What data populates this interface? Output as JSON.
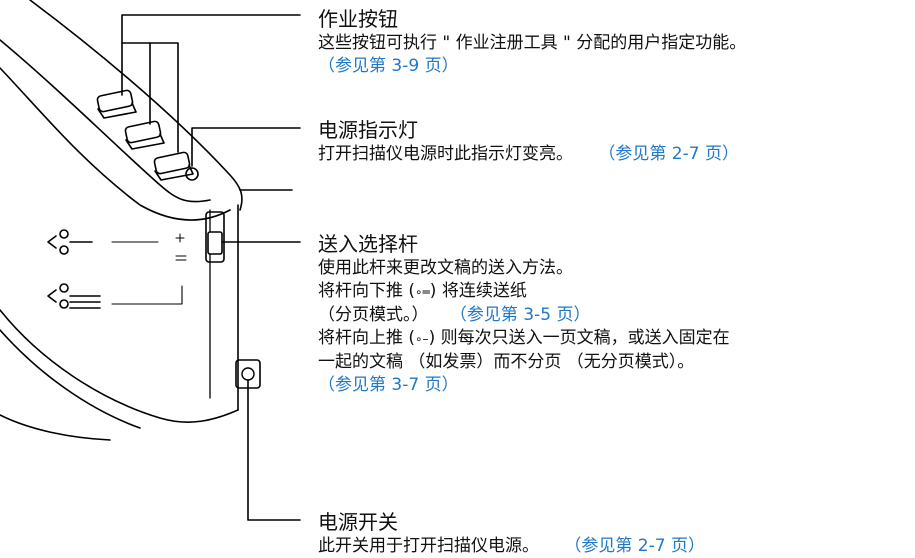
{
  "callouts": {
    "job_buttons": {
      "title": "作业按钮",
      "desc": "这些按钮可执行 \" 作业注册工具 \" 分配的用户指定功能。",
      "link": "（参见第 3-9 页）"
    },
    "power_indicator": {
      "title": "电源指示灯",
      "desc": "打开扫描仪电源时此指示灯变亮。",
      "link": "（参见第 2-7 页）"
    },
    "feed_lever": {
      "title": "送入选择杆",
      "line1": "使用此杆来更改文稿的送入方法。",
      "line2_a": "将杆向下推 (",
      "line2_glyph": "∘═",
      "line2_b": ") 将连续送纸",
      "line3": "（分页模式。）",
      "link1": "（参见第 3-5 页）",
      "line4_a": "将杆向上推 (",
      "line4_glyph": "∘–",
      "line4_b": ") 则每次只送入一页文稿，或送入固定在",
      "line5": "一起的文稿 （如发票）而不分页 （无分页模式）。",
      "link2": "（参见第 3-7 页）"
    },
    "power_switch": {
      "title": "电源开关",
      "desc": "此开关用于打开扫描仪电源。",
      "link": "（参见第 2-7 页）"
    }
  }
}
